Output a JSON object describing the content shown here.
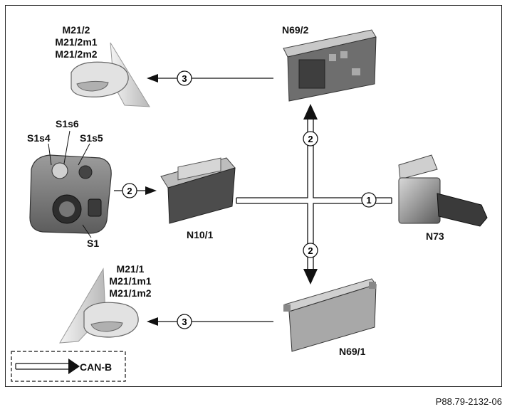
{
  "components": {
    "mirror_left": {
      "labels": [
        "M21/2",
        "M21/2m1",
        "M21/2m2"
      ]
    },
    "mirror_right": {
      "labels": [
        "M21/1",
        "M21/1m1",
        "M21/1m2"
      ]
    },
    "door_module_upper": {
      "label": "N69/2"
    },
    "door_module_lower": {
      "label": "N69/1"
    },
    "control_module": {
      "label": "N10/1"
    },
    "ignition_switch": {
      "label": "N73"
    },
    "switch_panel": {
      "label": "S1",
      "switch_labels": [
        "S1s4",
        "S1s6",
        "S1s5"
      ]
    }
  },
  "connections": {
    "ignition_to_bus": "1",
    "switch_to_n10": "2",
    "bus_to_n69_2": "2",
    "bus_to_n69_1": "2",
    "n69_2_to_mirror": "3",
    "n69_1_to_mirror": "3"
  },
  "legend": {
    "label": "CAN-B"
  },
  "footer": {
    "reference": "P88.79-2132-06"
  },
  "colors": {
    "line": "#111111",
    "device_gray": "#8a8a8a",
    "dark_gray": "#4a4a4a"
  }
}
